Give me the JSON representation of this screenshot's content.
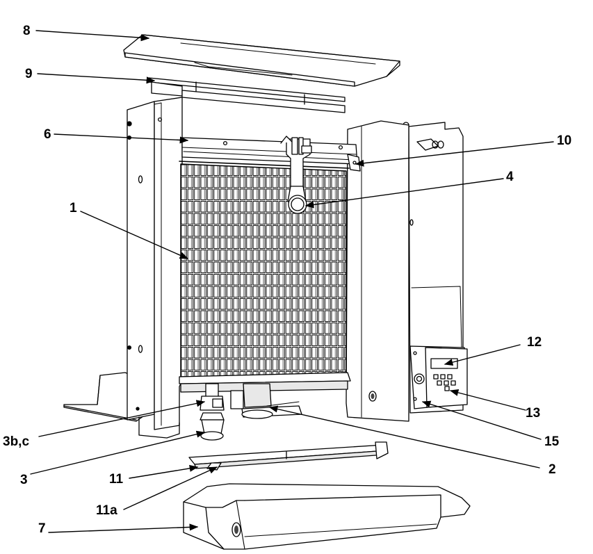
{
  "diagram": {
    "colors": {
      "line": "#000000",
      "fill": "#ffffff",
      "shade": "#e8e8e8",
      "dark": "#6e6e6e"
    },
    "labels": {
      "l8": "8",
      "l9": "9",
      "l6": "6",
      "l10": "10",
      "l4": "4",
      "l1": "1",
      "l12": "12",
      "l13": "13",
      "l15": "15",
      "l3bc": "3b,c",
      "l2": "2",
      "l3": "3",
      "l11": "11",
      "l11a": "11a",
      "l7": "7"
    }
  }
}
